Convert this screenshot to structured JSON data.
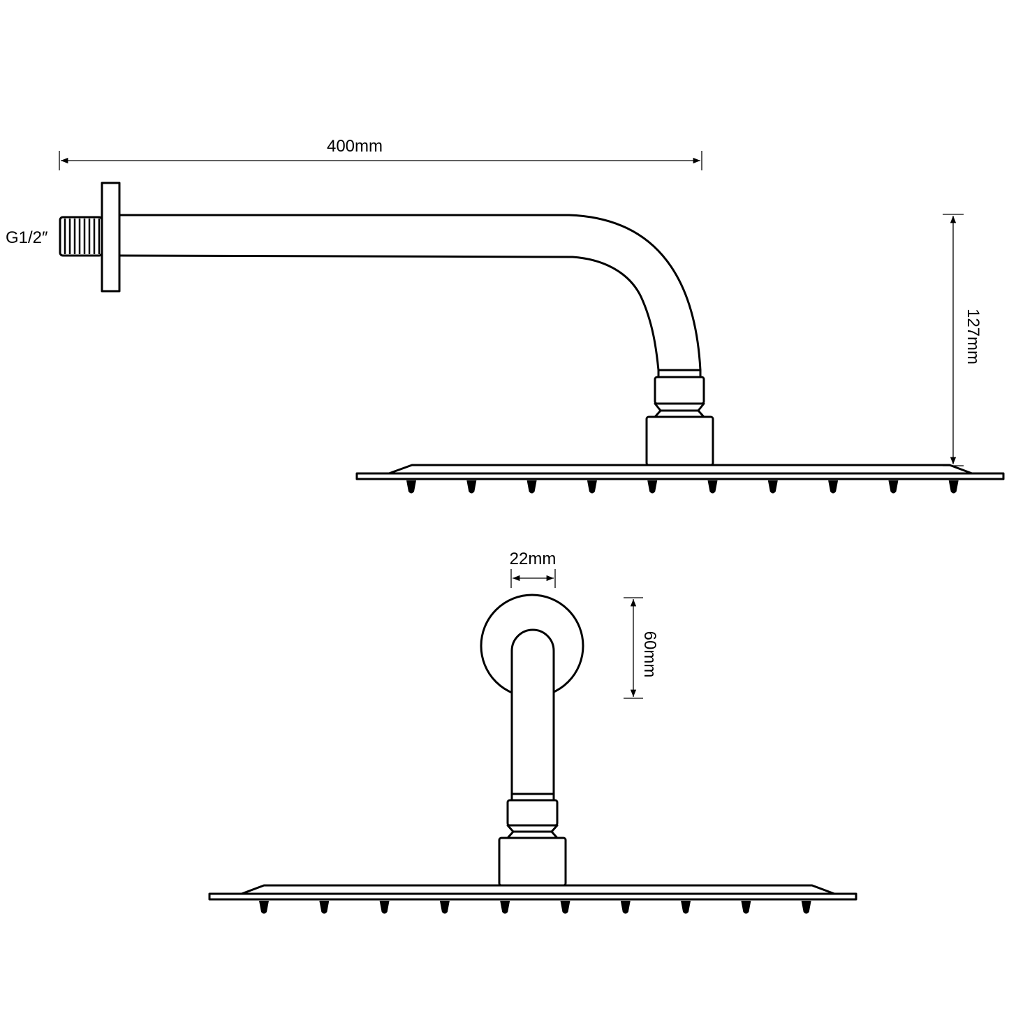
{
  "dimensions": {
    "arm_length": "400mm",
    "thread": "G1/2″",
    "drop_height": "127mm",
    "pipe_diameter": "22mm",
    "flange_diameter": "60mm"
  },
  "colors": {
    "line": "#000000",
    "background": "#ffffff"
  }
}
